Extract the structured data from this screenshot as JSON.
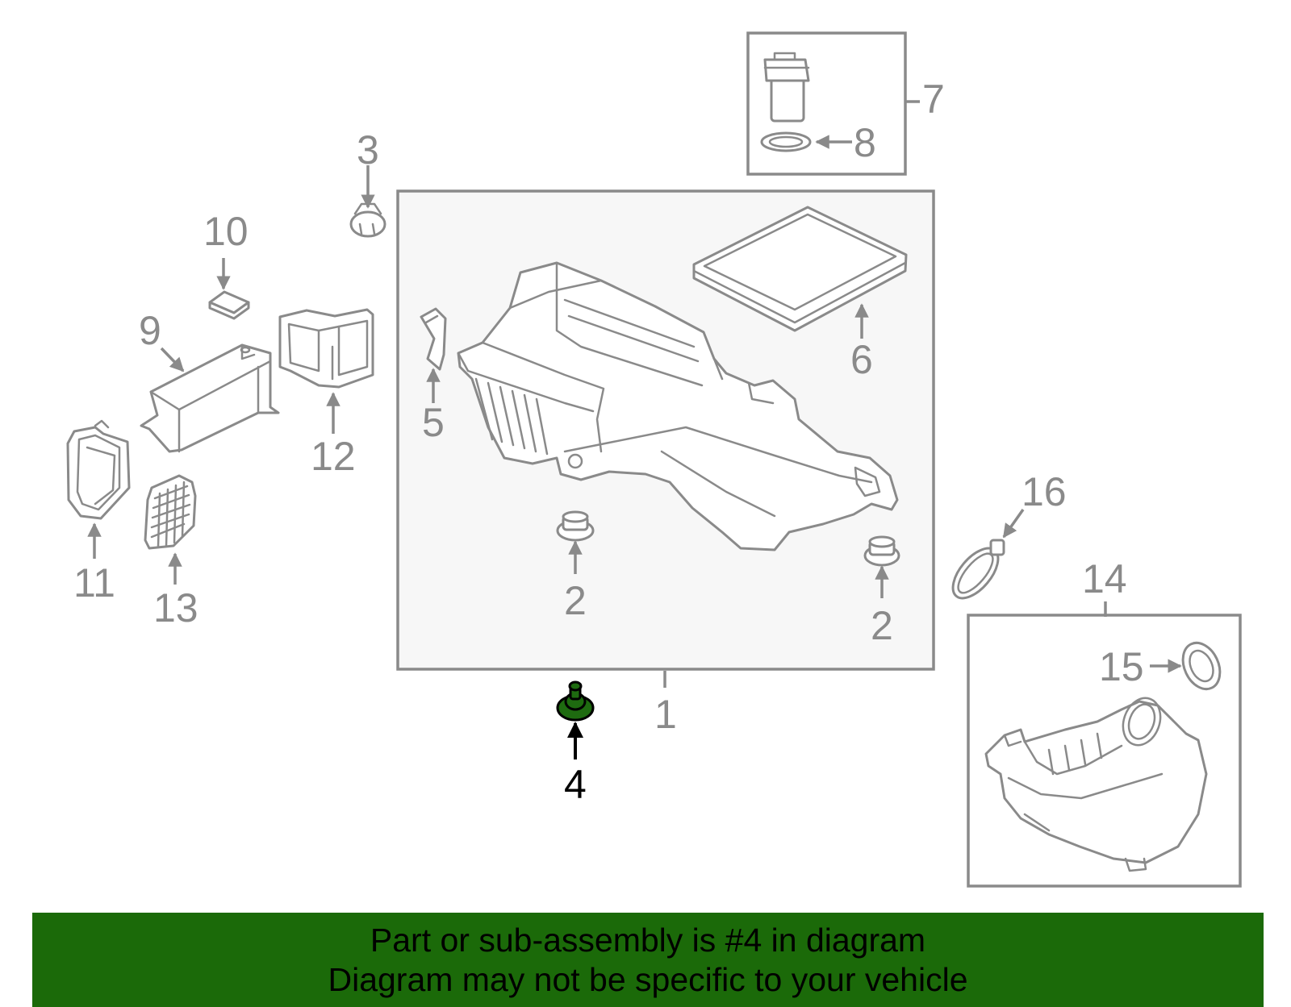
{
  "callouts": {
    "c1": "1",
    "c2a": "2",
    "c2b": "2",
    "c3": "3",
    "c4": "4",
    "c5": "5",
    "c6": "6",
    "c7": "7",
    "c8": "8",
    "c9": "9",
    "c10": "10",
    "c11": "11",
    "c12": "12",
    "c13": "13",
    "c14": "14",
    "c15": "15",
    "c16": "16"
  },
  "highlight": {
    "part_number": "4",
    "color": "#1b6a09"
  },
  "banner": {
    "line1": "Part or sub-assembly is #4 in diagram",
    "line2": "Diagram may not be specific to your vehicle"
  }
}
